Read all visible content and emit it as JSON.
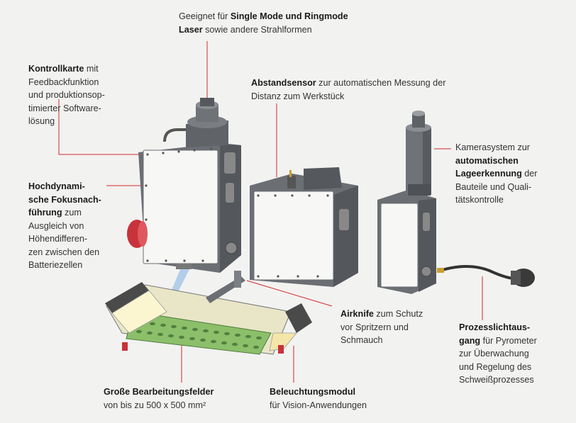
{
  "labels": {
    "laser": {
      "lines": [
        {
          "normal": "Geeignet für ",
          "bold": "Single Mode und Ringmode"
        },
        {
          "bold": "Laser",
          "normal": " sowie andere Strahlformen"
        }
      ]
    },
    "kontrollkarte": {
      "lines": [
        {
          "bold": "Kontrollkarte",
          "normal": " mit"
        },
        {
          "normal": "Feedbackfunktion"
        },
        {
          "normal": "und produktionsop-"
        },
        {
          "normal": "timierter Software-"
        },
        {
          "normal": "lösung"
        }
      ]
    },
    "abstandsensor": {
      "lines": [
        {
          "bold": "Abstandsensor",
          "normal": " zur automatischen Messung der"
        },
        {
          "normal": "Distanz zum Werkstück"
        }
      ]
    },
    "kamerasystem": {
      "lines": [
        {
          "normal": "Kamerasystem zur"
        },
        {
          "bold": "automatischen"
        },
        {
          "bold": "Lageerkennung",
          "normal": " der"
        },
        {
          "normal": "Bauteile und Quali-"
        },
        {
          "normal": "tätskontrolle"
        }
      ]
    },
    "fokus": {
      "lines": [
        {
          "bold": "Hochdynami-"
        },
        {
          "bold": "sche Fokusnach-"
        },
        {
          "bold": "führung",
          "normal": " zum"
        },
        {
          "normal": "Ausgleich von"
        },
        {
          "normal": "Höhendifferen-"
        },
        {
          "normal": "zen zwischen den"
        },
        {
          "normal": "Batteriezellen"
        }
      ]
    },
    "airknife": {
      "lines": [
        {
          "bold": "Airknife",
          "normal": " zum Schutz"
        },
        {
          "normal": "vor Spritzern und"
        },
        {
          "normal": "Schmauch"
        }
      ]
    },
    "prozesslicht": {
      "lines": [
        {
          "bold": "Prozesslichtaus-"
        },
        {
          "bold": "gang",
          "normal": " für Pyrometer"
        },
        {
          "normal": "zur Überwachung"
        },
        {
          "normal": "und Regelung des"
        },
        {
          "normal": "Schweißprozesses"
        }
      ]
    },
    "bearbeitungsfelder": {
      "lines": [
        {
          "bold": "Große Bearbeitungsfelder"
        },
        {
          "normal": "von bis zu 500 x 500 mm²"
        }
      ]
    },
    "beleuchtung": {
      "lines": [
        {
          "bold": "Beleuchtungsmodul"
        },
        {
          "normal": "für Vision-Anwendungen"
        }
      ]
    }
  },
  "colors": {
    "background": "#f2f2f1",
    "leader_line": "#d42a2a",
    "housing": "#6b6e73",
    "panel": "#f7f7f5",
    "workpiece": "#8cbf6a",
    "laser_beam": "#a8c8e8",
    "actuator_red": "#c8323a"
  }
}
